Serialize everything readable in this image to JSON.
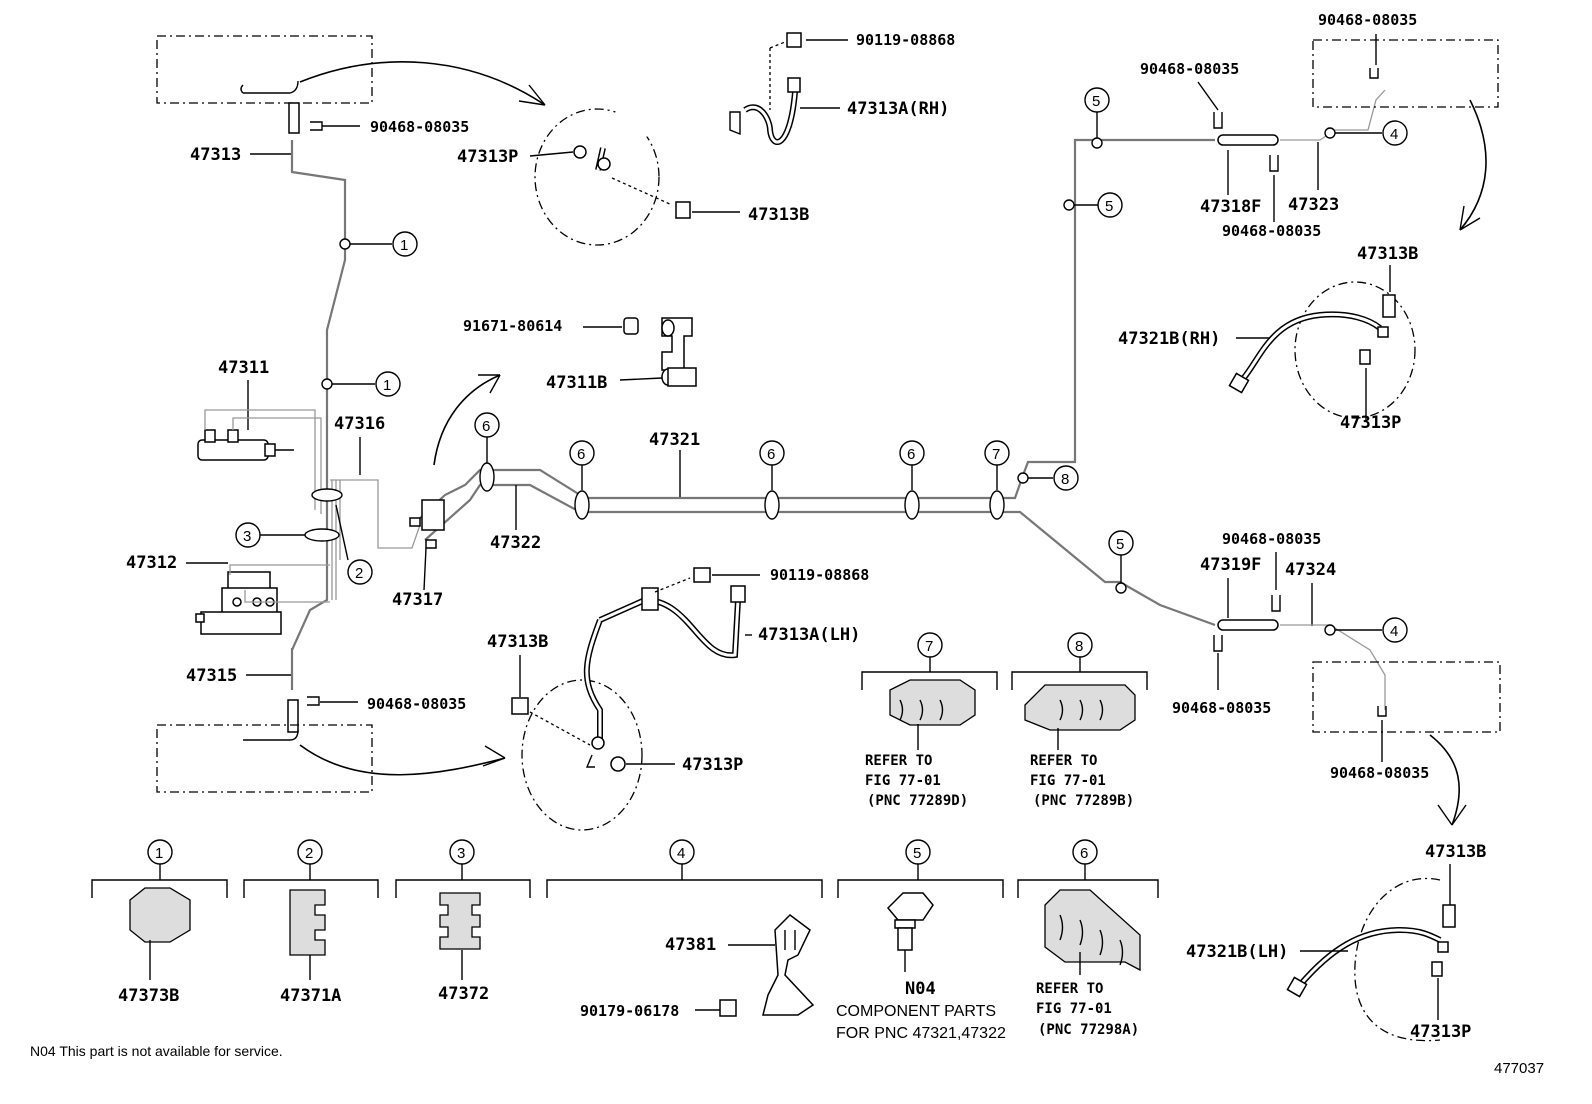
{
  "labels": {
    "p47313": "47313",
    "p90468_a": "90468-08035",
    "p90119_a": "90119-08868",
    "p47313A_rh": "47313A(RH)",
    "p47313P_a": "47313P",
    "p47313B_a": "47313B",
    "p91671": "91671-80614",
    "p47311B": "47311B",
    "p47311": "47311",
    "p47316": "47316",
    "p47312": "47312",
    "p47317": "47317",
    "p47322": "47322",
    "p47321": "47321",
    "p47315": "47315",
    "p90468_b": "90468-08035",
    "p90119_b": "90119-08868",
    "p47313A_lh": "47313A(LH)",
    "p47313B_b": "47313B",
    "p47313P_b": "47313P",
    "p90468_c": "90468-08035",
    "p90468_d": "90468-08035",
    "p47318F": "47318F",
    "p47323": "47323",
    "p90468_e": "90468-08035",
    "p47313B_c": "47313B",
    "p47321B_rh": "47321B(RH)",
    "p47313P_c": "47313P",
    "p90468_f": "90468-08035",
    "p47319F": "47319F",
    "p47324": "47324",
    "p90468_g": "90468-08035",
    "p90468_h": "90468-08035",
    "p47313B_d": "47313B",
    "p47321B_lh": "47321B(LH)",
    "p47313P_d": "47313P",
    "p47373B": "47373B",
    "p47371A": "47371A",
    "p47372": "47372",
    "p47381": "47381",
    "p90179": "90179-06178",
    "pN04": "N04",
    "diagram_id": "477037"
  },
  "callouts": {
    "c1": "1",
    "c2": "2",
    "c3": "3",
    "c4": "4",
    "c5": "5",
    "c6": "6",
    "c7": "7",
    "c8": "8"
  },
  "refs": {
    "refer_to": "REFER TO",
    "fig_7701": "FIG 77-01",
    "pnc_77289D": "(PNC 77289D)",
    "pnc_77289B": "(PNC 77289B)",
    "pnc_77298A": "(PNC 77298A)"
  },
  "notes": {
    "component_parts_line1": "COMPONENT PARTS",
    "component_parts_line2": "FOR PNC 47321,47322",
    "footnote": "N04 This part is not available for service."
  }
}
